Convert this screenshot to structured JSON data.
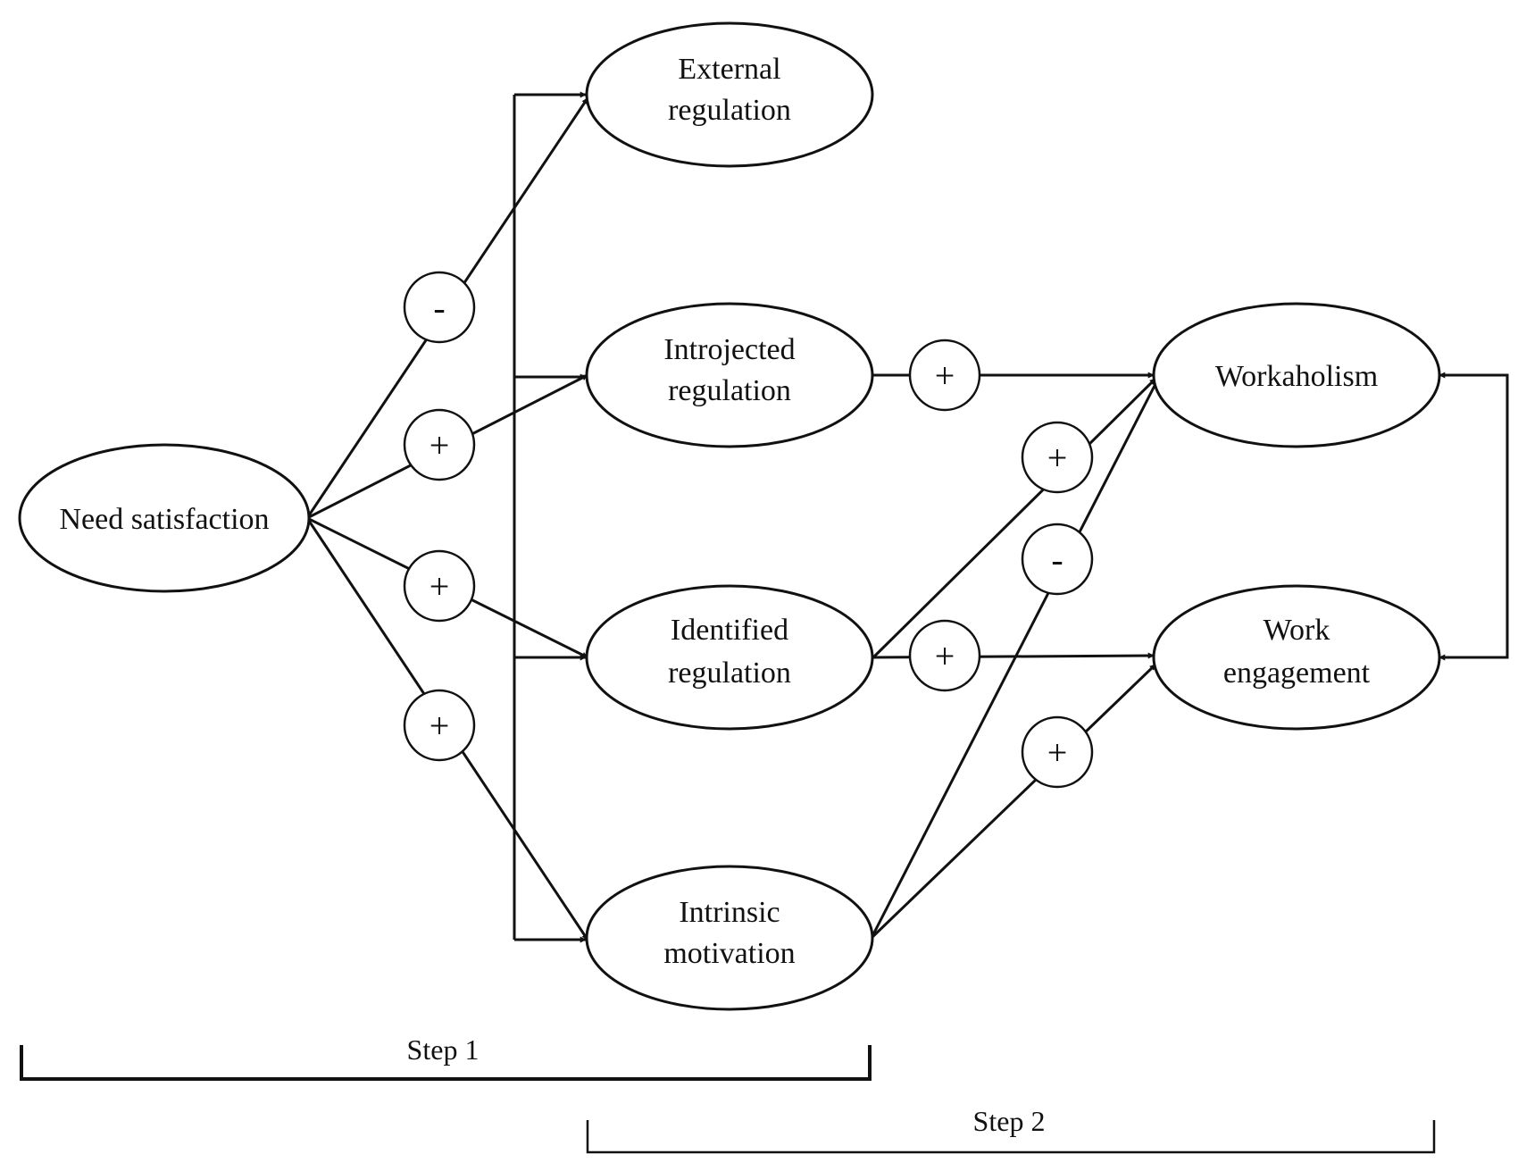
{
  "nodes": {
    "need": "Need satisfaction",
    "external": [
      "External",
      "regulation"
    ],
    "introjected": [
      "Introjected",
      "regulation"
    ],
    "identified": [
      "Identified",
      "regulation"
    ],
    "intrinsic": [
      "Intrinsic",
      "motivation"
    ],
    "workaholism": "Workaholism",
    "engagement": [
      "Work",
      "engagement"
    ]
  },
  "signs": {
    "need_external": "-",
    "need_introjected": "+",
    "need_identified": "+",
    "need_intrinsic": "+",
    "introjected_workaholism": "+",
    "identified_workaholism": "+",
    "intrinsic_workaholism": "-",
    "identified_engagement": "+",
    "intrinsic_engagement": "+"
  },
  "steps": {
    "step1": "Step 1",
    "step2": "Step 2"
  }
}
